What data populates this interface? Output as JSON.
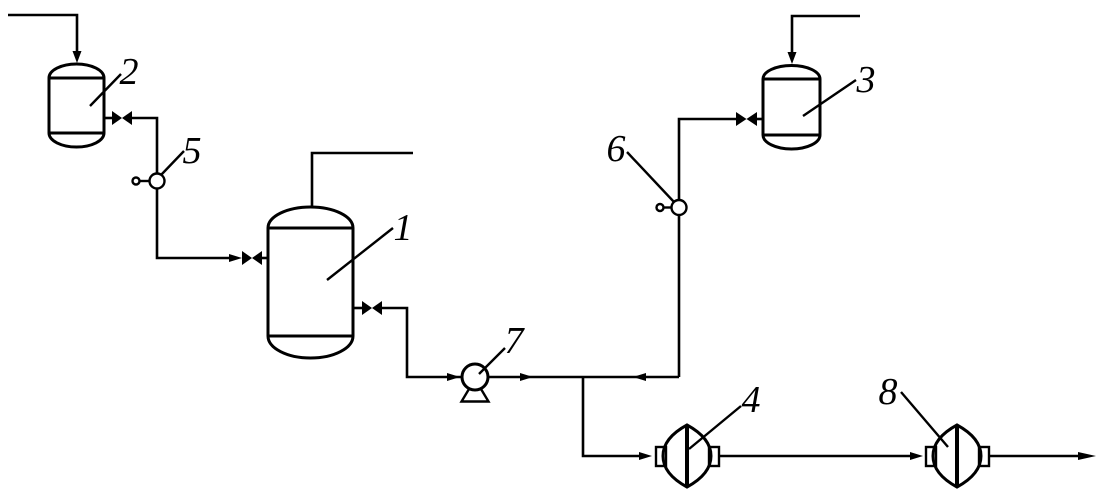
{
  "canvas": {
    "background": "#ffffff",
    "ink": "#000000"
  },
  "labels": {
    "vessel1": "1",
    "tank2": "2",
    "tank3": "3",
    "separator4": "4",
    "instrument5": "5",
    "instrument6": "6",
    "pump7": "7",
    "separator8": "8"
  }
}
